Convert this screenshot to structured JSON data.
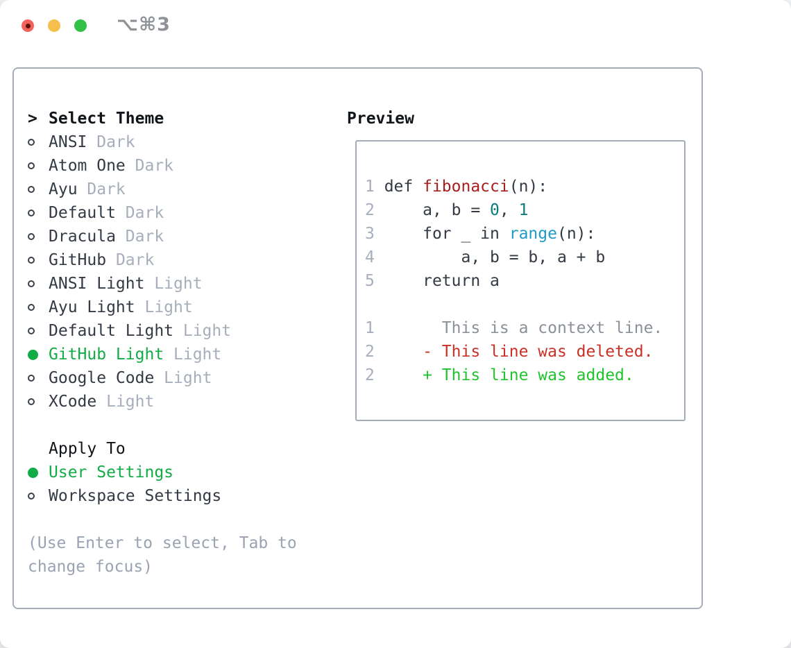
{
  "window": {
    "title": "⌥⌘3"
  },
  "colors": {
    "text": "#333a43",
    "heading": "#11151a",
    "muted": "#a7aebb",
    "hint": "#9aa3b1",
    "green": "#12ac46",
    "border": "#a6adb8",
    "gutter": "#a7aebb",
    "code-plain": "#333a43",
    "code-function": "#a81e1e",
    "code-number": "#0d7a7d",
    "code-builtin": "#1e9ac9",
    "diff-context": "#8b9199",
    "diff-deleted": "#cb2f25",
    "diff-added": "#21c42c",
    "light-red": "#f2625c",
    "light-red-dot": "#5d120b",
    "light-yellow": "#f4bf4a",
    "light-green": "#32c146",
    "title-gray": "#8e9297"
  },
  "theme_list": {
    "header_marker": ">",
    "header_label": "Select Theme",
    "themes": [
      {
        "name": "ANSI",
        "variant": "Dark",
        "selected": false
      },
      {
        "name": "Atom One",
        "variant": "Dark",
        "selected": false
      },
      {
        "name": "Ayu",
        "variant": "Dark",
        "selected": false
      },
      {
        "name": "Default",
        "variant": "Dark",
        "selected": false
      },
      {
        "name": "Dracula",
        "variant": "Dark",
        "selected": false
      },
      {
        "name": "GitHub",
        "variant": "Dark",
        "selected": false
      },
      {
        "name": "ANSI Light",
        "variant": "Light",
        "selected": false
      },
      {
        "name": "Ayu Light",
        "variant": "Light",
        "selected": false
      },
      {
        "name": "Default Light",
        "variant": "Light",
        "selected": false
      },
      {
        "name": "GitHub Light",
        "variant": "Light",
        "selected": true
      },
      {
        "name": "Google Code",
        "variant": "Light",
        "selected": false
      },
      {
        "name": "XCode",
        "variant": "Light",
        "selected": false
      }
    ]
  },
  "apply_to": {
    "label": "Apply To",
    "options": [
      {
        "label": "User Settings",
        "selected": true
      },
      {
        "label": "Workspace Settings",
        "selected": false
      }
    ]
  },
  "hint_lines": [
    "(Use Enter to select, Tab to",
    "change focus)"
  ],
  "preview": {
    "title": "Preview",
    "code_lines": [
      {
        "num": "1",
        "segments": [
          {
            "t": "def ",
            "c": "plain"
          },
          {
            "t": "fibonacci",
            "c": "function"
          },
          {
            "t": "(n):",
            "c": "plain"
          }
        ]
      },
      {
        "num": "2",
        "segments": [
          {
            "t": "    a, b = ",
            "c": "plain"
          },
          {
            "t": "0",
            "c": "number"
          },
          {
            "t": ", ",
            "c": "plain"
          },
          {
            "t": "1",
            "c": "number"
          }
        ]
      },
      {
        "num": "3",
        "segments": [
          {
            "t": "    for _ in ",
            "c": "plain"
          },
          {
            "t": "range",
            "c": "builtin"
          },
          {
            "t": "(n):",
            "c": "plain"
          }
        ]
      },
      {
        "num": "4",
        "segments": [
          {
            "t": "        a, b = b, a + b",
            "c": "plain"
          }
        ]
      },
      {
        "num": "5",
        "segments": [
          {
            "t": "    return a",
            "c": "plain"
          }
        ]
      },
      {
        "num": "",
        "segments": []
      },
      {
        "num": "1",
        "segments": [
          {
            "t": "      This is a context line.",
            "c": "context"
          }
        ]
      },
      {
        "num": "2",
        "segments": [
          {
            "t": "    ",
            "c": "plain"
          },
          {
            "t": "- This line was deleted.",
            "c": "deleted"
          }
        ]
      },
      {
        "num": "2",
        "segments": [
          {
            "t": "    ",
            "c": "plain"
          },
          {
            "t": "+ This line was added.",
            "c": "added"
          }
        ]
      }
    ]
  }
}
